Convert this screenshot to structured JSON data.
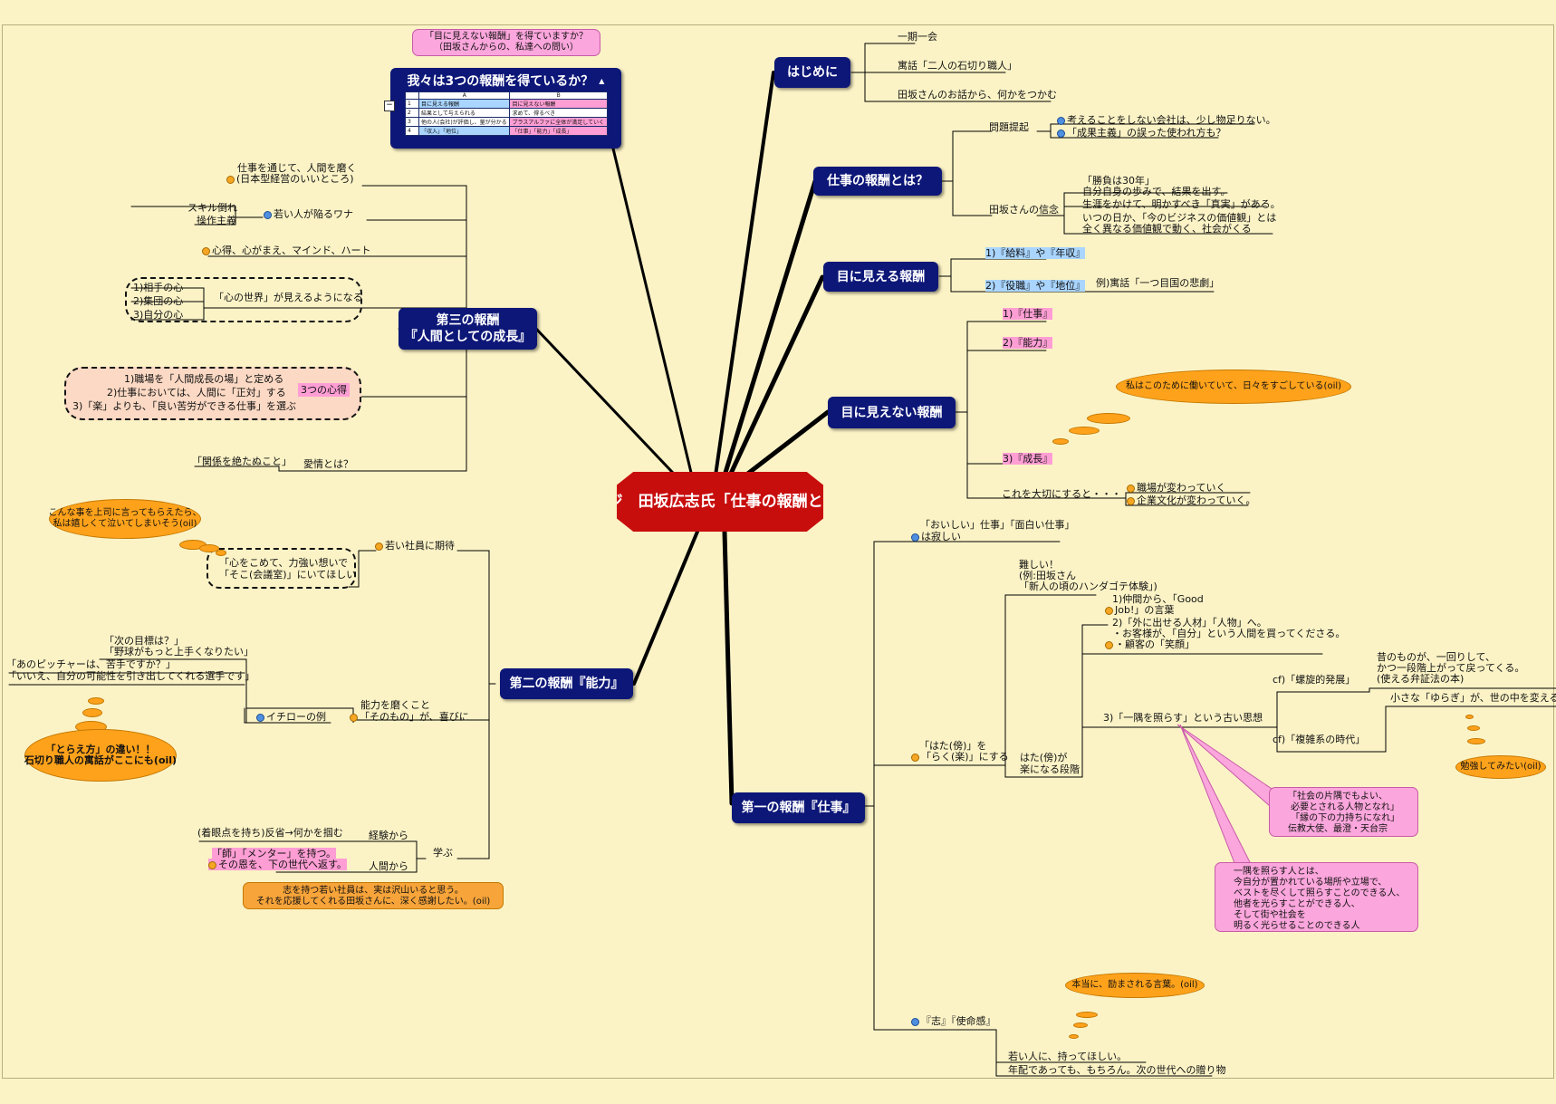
{
  "center": {
    "line1": "Jカレッジ　田坂広志氏",
    "line2": "「仕事の報酬とは何か」"
  },
  "hubs": {
    "intro": "はじめに",
    "what_reward": "仕事の報酬とは？",
    "visible": "目に見える報酬",
    "invisible": "目に見えない報酬",
    "first": "第一の報酬『仕事』",
    "second": "第二の報酬『能力』",
    "third_1": "第三の報酬",
    "third_2": "『人間としての成長』",
    "three_rewards": "我々は3つの報酬を得ているか？"
  },
  "intro_items": [
    "一期一会",
    "寓話「二人の石切り職人」",
    "田坂さんのお話から、何かをつかむ"
  ],
  "what_reward": {
    "problem": "問題提起",
    "problem_items": [
      "考えることをしない会社は、少し物足りない。",
      "「成果主義」の誤った使われ方も？"
    ],
    "belief": "田坂さんの信念",
    "belief_items": [
      "「勝負は30年」",
      "自分自身の歩みで、結果を出す。",
      "生涯をかけて、明かすべき「真実」がある。",
      "いつの日か、「今のビジネスの価値観」とは",
      "全く異なる価値観で動く、社会がくる"
    ]
  },
  "visible_items": [
    "1)『給料』や『年収』",
    "2)『役職』や『地位』",
    "例)寓話「一つ目国の悲劇」"
  ],
  "invisible_items": {
    "i1": "1)『仕事』",
    "i2": "2)『能力』",
    "i3": "3)『成長』",
    "callout": "私はこのために働いていて、日々をすごしている(oil)",
    "cherish": "これを大切にすると・・・",
    "c1": "職場が変わっていく",
    "c2": "企業文化が変わっていく。"
  },
  "first": {
    "f1a": "「おいしい」仕事」「面白い仕事」",
    "f1b": "は寂しい",
    "hard1": "難しい！",
    "hard2": "(例:田坂さん",
    "hard3": "「新人の頃のハンダゴテ体験」)",
    "n1a": "1)仲間から、「Good",
    "n1b": "Job!」の言葉",
    "n2a": "2)「外に出せる人材」「人物」へ。",
    "n2b": "・お客様が、「自分」という人間を買ってくださる。",
    "n2c": "・顧客の「笑顔」",
    "hata1": "「はた(傍)」を",
    "hata2": "「らく(楽)」にする",
    "hatab1": "はた(傍)が",
    "hatab2": "楽になる段階",
    "n3": "3)「一隅を照らす」という古い思想",
    "cf1": "cf)「螺旋的発展」",
    "cf1t1": "昔のものが、一回りして、",
    "cf1t2": "かつ一段階上がって戻ってくる。",
    "cf1t3": "(使える弁証法の本)",
    "cf2": "cf)「複雑系の時代」",
    "cf2t": "小さな「ゆらぎ」が、世の中を変える。",
    "study": "勉強してみたい(oil)",
    "pink1": "「社会の片隅でもよい、\n 必要とされる人物となれ」\n 「縁の下の力持ちになれ」\n伝教大使、最澄・天台宗",
    "pink2": "一隅を照らす人とは、\n今自分が置かれている場所や立場で、\nベストを尽くして照らすことのできる人、\n他者を光らすことができる人、\nそして街や社会を\n明るく光らせることのできる人",
    "encourage": "本当に、励まされる言葉。(oil)",
    "mission": "『志』『使命感』",
    "m1": "若い人に、持ってほしい。",
    "m2": "年配であっても、もちろん。次の世代への贈り物"
  },
  "second": {
    "young": "若い社員に期待",
    "young_dash": "「心をこめて、力強い想いで\n「そこ(会議室)」にいてほしい",
    "bubble": "こんな事を上司に言ってもらえたら、\n私は嬉しくて泣いてしまいそう(oil)",
    "ability1": "能力を磨くこと",
    "ability2": "「そのもの」が、喜びに",
    "ichiro": "イチローの例",
    "q1": "「次の目標は？」",
    "q2": "「野球がもっと上手くなりたい」",
    "q3": "「あのピッチャーは、苦手ですか？」",
    "q4": "「いいえ、自分の可能性を引き出してくれる選手です」",
    "view": "「とらえ方」の違い！！\n石切り職人の寓話がここにも(oil)",
    "learn": "学ぶ",
    "exp": "経験から",
    "exp_t": "(着眼点を持ち)反省→何かを掴む",
    "people": "人間から",
    "people_t1": "「師」「メンター」を持つ。",
    "people_t2": "その恩を、下の世代へ返す。",
    "box": "志を持つ若い社員は、実は沢山いると思う。\nそれを応援してくれる田坂さんに、深く感謝したい。(oil)"
  },
  "third": {
    "t1a": "仕事を通じて、人間を磨く",
    "t1b": "(日本型経営のいいところ)",
    "trap": "若い人が陥るワナ",
    "skill": "スキル倒れ",
    "op": "操作主義",
    "mind": "心得、心がまえ、マインド、ハート",
    "hearts": [
      "1)相手の心",
      "2)集団の心",
      "3)自分の心"
    ],
    "kokoro": "「心の世界」が見えるようになる",
    "three_1": "1)職場を「人間成長の場」と定める",
    "three_2": "2)仕事においては、人間に「正対」する",
    "three_3": "3)「楽」よりも、「良い苦労ができる仕事」を選ぶ",
    "three_label": "3つの心得",
    "love": "愛情とは？",
    "love_t": "「関係を絶たぬこと」"
  },
  "top_callout": "「目に見えない報酬」を得ていますか？\n（田坂さんからの、私達への問い）",
  "table": {
    "col_a": "A",
    "col_b": "B",
    "rows": [
      [
        "1",
        "目に見える報酬",
        "目に見えない報酬"
      ],
      [
        "2",
        "結果として与えられる",
        "求めて、得るべき"
      ],
      [
        "3",
        "他の人(会社)が評価し、量が分かる",
        "ブラスアルファに全体が満足していく"
      ],
      [
        "4",
        "「収入」「地位」",
        "「仕事」「能力」「成長」"
      ]
    ]
  }
}
